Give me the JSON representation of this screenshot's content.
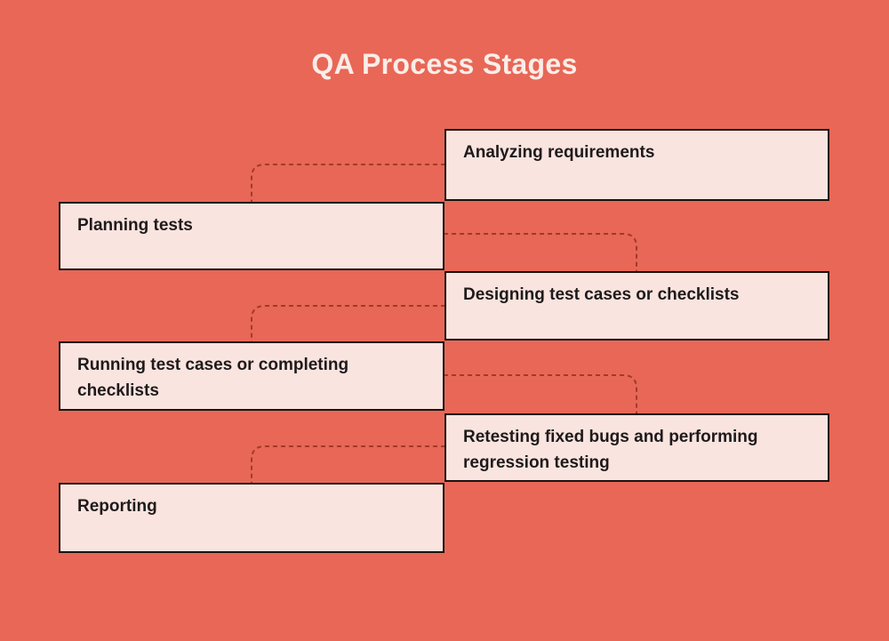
{
  "title": "QA Process Stages",
  "colors": {
    "background": "#E86757",
    "box_fill": "#F9E4DF",
    "box_border": "#1A120F",
    "box_text": "#1F1A1B",
    "title_text": "#FAEDE8",
    "connector": "#A23A29"
  },
  "stages": [
    {
      "label": "Analyzing requirements",
      "side": "right"
    },
    {
      "label": "Planning tests",
      "side": "left"
    },
    {
      "label": "Designing test cases or checklists",
      "side": "right"
    },
    {
      "label": "Running test cases or completing checklists",
      "side": "left"
    },
    {
      "label": "Retesting fixed bugs and performing regression testing",
      "side": "right"
    },
    {
      "label": "Reporting",
      "side": "left"
    }
  ]
}
